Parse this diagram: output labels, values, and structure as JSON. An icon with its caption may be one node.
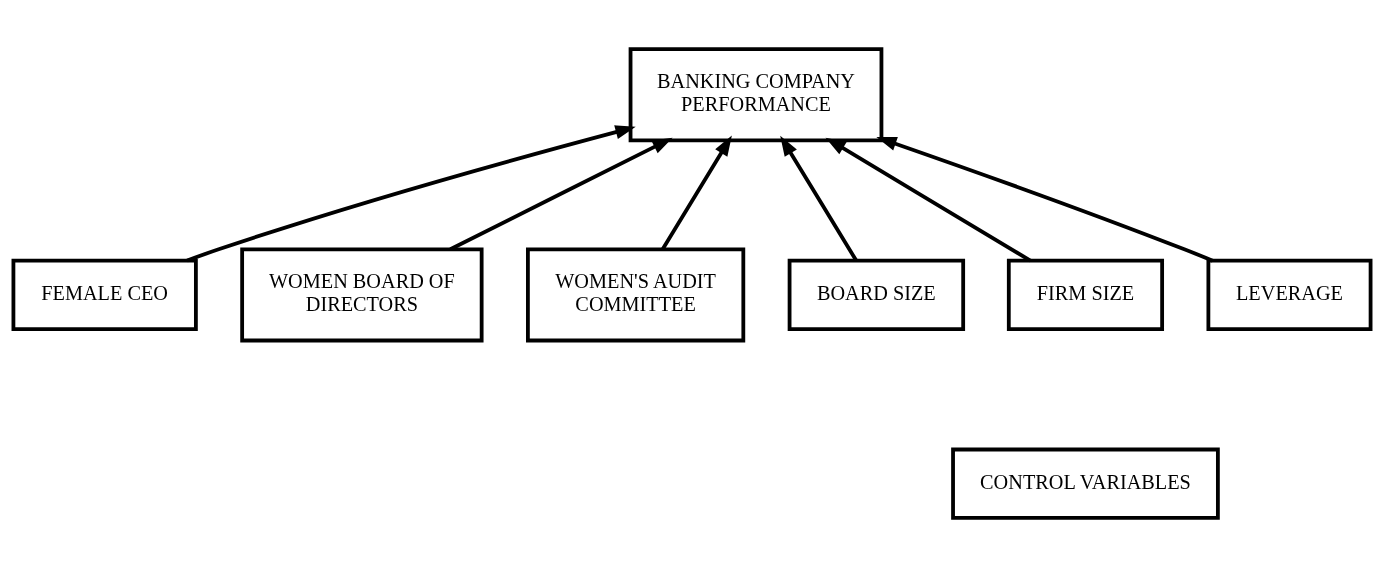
{
  "diagram": {
    "nodes": [
      {
        "text": [
          "FEMALE CEO"
        ]
      },
      {
        "text": [
          "WOMEN BOARD OF DIRECTORS"
        ]
      },
      {
        "text": [
          "WOMEN'S AUDIT COMMITTEE"
        ]
      },
      {
        "text": [
          "BANKING COMPANY PERFORMANCE"
        ]
      },
      {
        "text": [
          "BOARD SIZE"
        ]
      },
      {
        "text": [
          "FIRM SIZE"
        ]
      },
      {
        "text": [
          "LEVERAGE"
        ]
      },
      {
        "text": [
          "CONTROL VARIABLES"
        ]
      }
    ],
    "edges": [
      {
        "from": 0,
        "to": 3,
        "arrow": "to"
      },
      {
        "from": 1,
        "to": 3,
        "arrow": "to"
      },
      {
        "from": 2,
        "to": 3,
        "arrow": "to"
      },
      {
        "from": 4,
        "to": 3,
        "arrow": "to"
      },
      {
        "from": 5,
        "to": 3,
        "arrow": "to"
      },
      {
        "from": 6,
        "to": 3,
        "arrow": "to"
      }
    ]
  }
}
